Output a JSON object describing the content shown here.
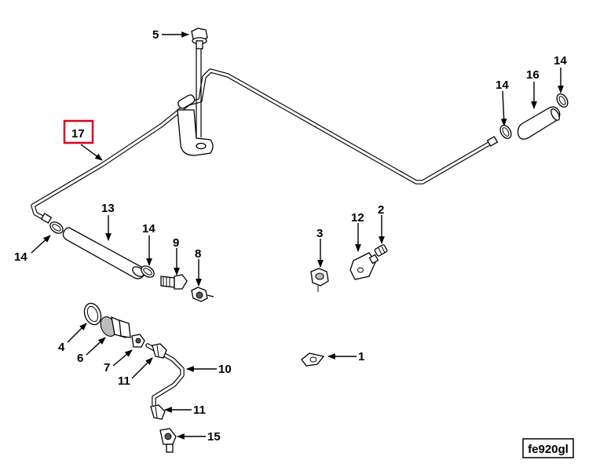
{
  "callouts": {
    "c1": "1",
    "c2": "2",
    "c3": "3",
    "c4": "4",
    "c5": "5",
    "c6": "6",
    "c7": "7",
    "c8": "8",
    "c9": "9",
    "c10": "10",
    "c11a": "11",
    "c11b": "11",
    "c12": "12",
    "c13": "13",
    "c14a": "14",
    "c14b": "14",
    "c14c": "14",
    "c14d": "14",
    "c15": "15",
    "c16": "16",
    "c17": "17"
  },
  "highlight_color": "#e3001b",
  "figure_id": "fe920gl"
}
